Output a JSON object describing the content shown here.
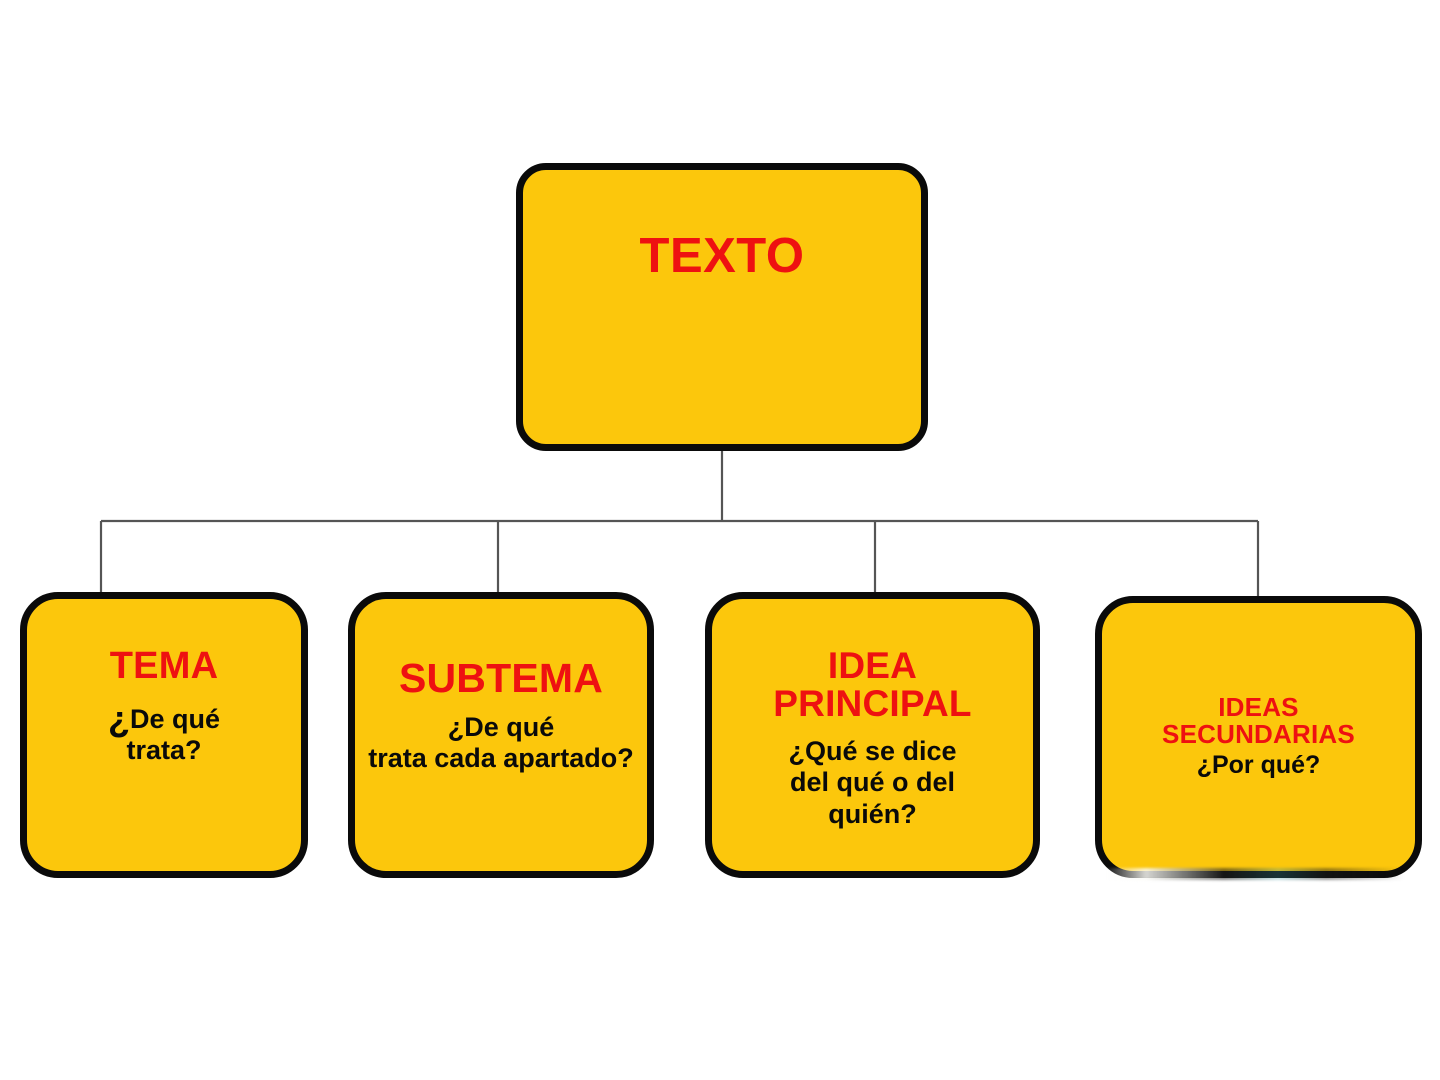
{
  "diagram": {
    "type": "hierarchy-tree",
    "title": "TEXTO",
    "colors": {
      "node_fill": "#FCC70C",
      "node_border": "#0a0a0a",
      "heading_text": "#EE1111",
      "body_text": "#0a0a0a",
      "connector": "#555555",
      "background": "#ffffff"
    },
    "root": {
      "label": "TEXTO"
    },
    "children": [
      {
        "label": "TEMA",
        "question_mark": "¿",
        "question_rest": "De qué",
        "question_line2": "trata?",
        "question_full": "¿De qué trata?"
      },
      {
        "label": "SUBTEMA",
        "question_line1": "¿De qué",
        "question_line2": "trata cada apartado?",
        "question_full": "¿De qué trata cada apartado?"
      },
      {
        "label_line1": "IDEA",
        "label_line2": "PRINCIPAL",
        "label": "IDEA PRINCIPAL",
        "question_line1": "¿Qué se dice",
        "question_line2": "del qué o del",
        "question_line3": "quién?",
        "question_full": "¿Qué se dice del qué o del quién?"
      },
      {
        "label_line1": "IDEAS",
        "label_line2": "SECUNDARIAS",
        "label": "IDEAS SECUNDARIAS",
        "question_full": "¿Por qué?"
      }
    ]
  }
}
